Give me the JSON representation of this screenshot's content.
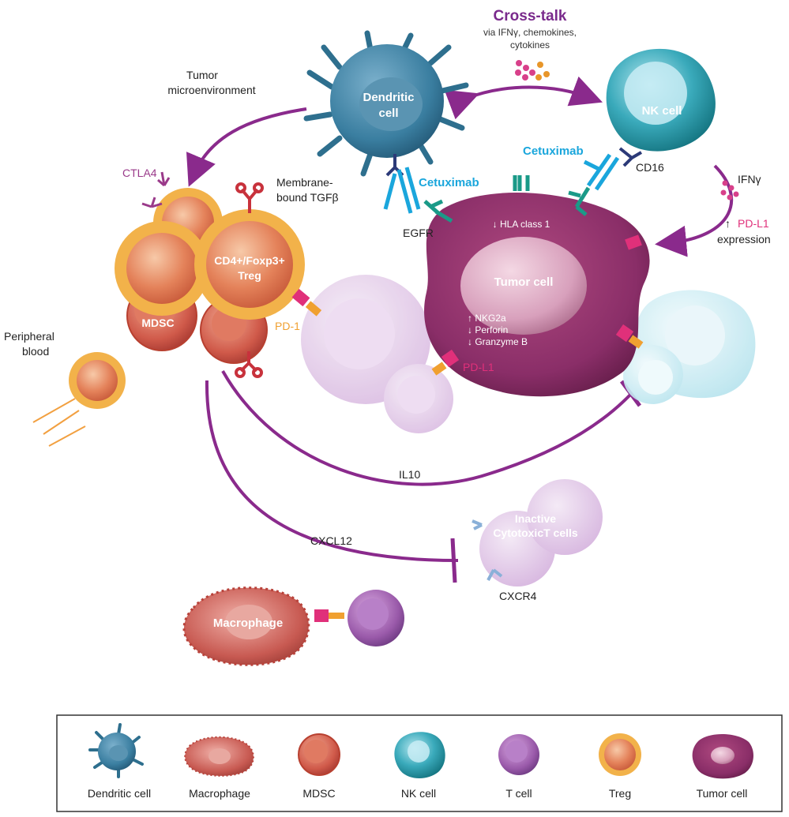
{
  "crosstalk": {
    "title": "Cross-talk",
    "line1": "via IFNγ, chemokines,",
    "line2": "cytokines"
  },
  "labels": {
    "tumor_micro_1": "Tumor",
    "tumor_micro_2": "microenvironment",
    "peripheral_1": "Peripheral",
    "peripheral_2": "blood",
    "ctla4": "CTLA4",
    "tgfb_1": "Membrane-",
    "tgfb_2": "bound TGFβ",
    "egfr": "EGFR",
    "cd16": "CD16",
    "cetuximab_left": "Cetuximab",
    "cetuximab_right": "Cetuximab",
    "ifng": "IFNγ",
    "pdl1_expr_arrow": "↑",
    "pdl1_expr_pdl1": "PD-L1",
    "pdl1_expr_2": "expression",
    "pd1": "PD-1",
    "pdl1": "PD-L1",
    "il10": "IL10",
    "cxcl12": "CXCL12",
    "cxcr4": "CXCR4"
  },
  "cells": {
    "dendritic": [
      "Dendritic",
      "cell"
    ],
    "nk": "NK cell",
    "treg": [
      "CD4+/Foxp3+",
      "Treg"
    ],
    "mdsc": "MDSC",
    "tumor": "Tumor cell",
    "tumor_hla": "↓ HLA class 1",
    "tumor_markers": [
      "↑ NKG2a",
      "↓ Perforin",
      "↓ Granzyme B"
    ],
    "inactive": [
      "Inactive",
      "CytotoxicT cells"
    ],
    "macrophage": "Macrophage"
  },
  "legend": {
    "items": [
      "Dendritic cell",
      "Macrophage",
      "MDSC",
      "NK cell",
      "T cell",
      "Treg",
      "Tumor cell"
    ]
  },
  "colors": {
    "purple_arrow": "#8a2a8c",
    "cetuximab": "#1aa6dc",
    "treg_ring": "#f2b24a",
    "mdsc": "#c9443c",
    "tumor": "#7a2a5c",
    "dendritic": "#2e6f8e",
    "nk": "#1a8a9a",
    "pdl1": "#e0307a",
    "pd1": "#f0a030"
  }
}
